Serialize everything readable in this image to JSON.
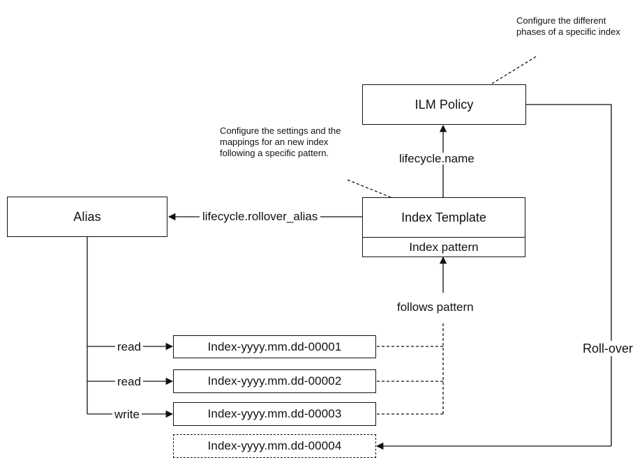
{
  "notes": {
    "ilm_note": "Configure the different phases of a specific index",
    "template_note": "Configure the settings and the mappings for an new index following a specific pattern."
  },
  "nodes": {
    "ilm_policy": "ILM Policy",
    "alias": "Alias",
    "index_template": "Index Template",
    "index_pattern": "Index pattern",
    "indices": [
      "Index-yyyy.mm.dd-00001",
      "Index-yyyy.mm.dd-00002",
      "Index-yyyy.mm.dd-00003",
      "Index-yyyy.mm.dd-00004"
    ]
  },
  "edges": {
    "lifecycle_name": "lifecycle.name",
    "rollover_alias": "lifecycle.rollover_alias",
    "follows_pattern": "follows pattern",
    "roll_over": "Roll-over",
    "alias_links": [
      "read",
      "read",
      "write"
    ]
  }
}
